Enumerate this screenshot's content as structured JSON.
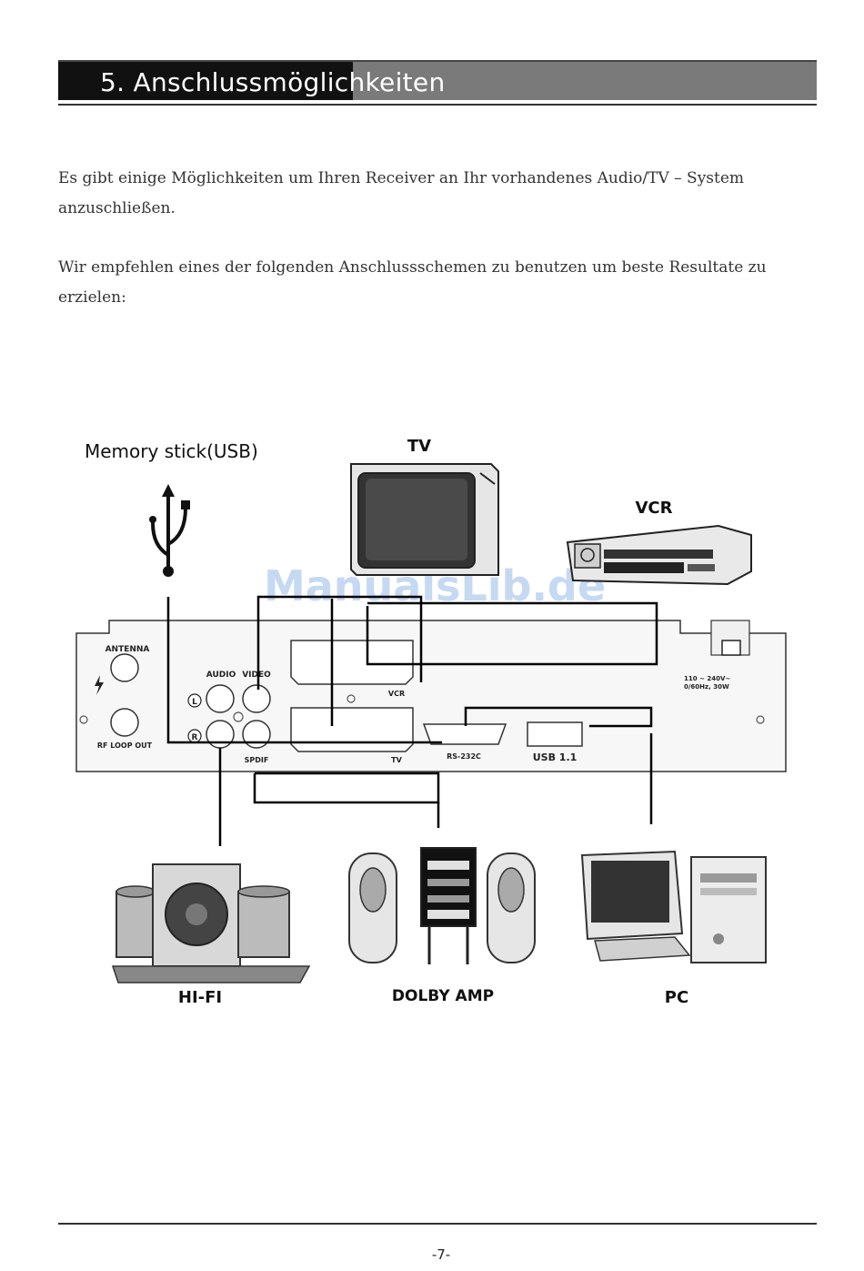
{
  "section": {
    "title": "5. Anschlussmöglichkeiten"
  },
  "paragraphs": {
    "intro": "Es gibt einige Möglichkeiten um Ihren Receiver an Ihr vorhandenes Audio/TV – System anzuschließen.",
    "recommend": "Wir empfehlen eines der folgenden Anschlussschemen zu benutzen um beste Resultate zu erzielen:"
  },
  "diagram": {
    "usb_device_label": "Memory stick(USB)",
    "tv_label": "TV",
    "vcr_label": "VCR",
    "hifi_label": "HI-FI",
    "amp_label": "DOLBY AMP",
    "pc_label": "PC",
    "watermark": "ManualsLib.de",
    "panel": {
      "antenna": "ANTENNA",
      "rf_loop_out": "RF LOOP OUT",
      "audio": "AUDIO",
      "video": "VIDEO",
      "left_marker": "L",
      "right_marker": "R",
      "spdif": "SPDIF",
      "vcr": "VCR",
      "tv": "TV",
      "rs232c": "RS-232C",
      "usb": "USB 1.1",
      "power_line1": "110 ~ 240V~",
      "power_line2": "0/60Hz, 30W"
    }
  },
  "footer": {
    "page_number": "-7-"
  }
}
